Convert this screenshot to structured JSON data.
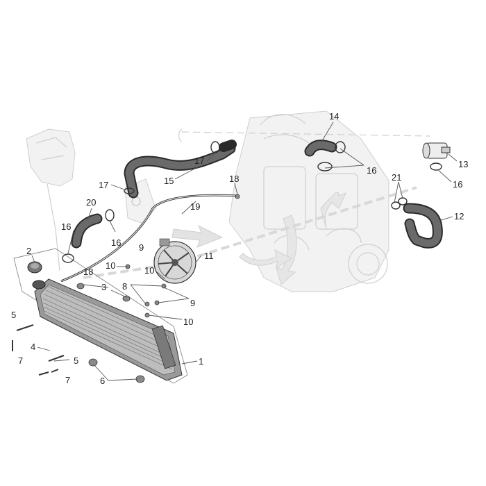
{
  "labels": [
    {
      "id": "1",
      "text": "1"
    },
    {
      "id": "2",
      "text": "2"
    },
    {
      "id": "3",
      "text": "3"
    },
    {
      "id": "4",
      "text": "4"
    },
    {
      "id": "5a",
      "text": "5"
    },
    {
      "id": "5b",
      "text": "5"
    },
    {
      "id": "6",
      "text": "6"
    },
    {
      "id": "7a",
      "text": "7"
    },
    {
      "id": "7b",
      "text": "7"
    },
    {
      "id": "8",
      "text": "8"
    },
    {
      "id": "9a",
      "text": "9"
    },
    {
      "id": "9b",
      "text": "9"
    },
    {
      "id": "10a",
      "text": "10"
    },
    {
      "id": "10b",
      "text": "10"
    },
    {
      "id": "10c",
      "text": "10"
    },
    {
      "id": "11",
      "text": "11"
    },
    {
      "id": "12",
      "text": "12"
    },
    {
      "id": "13",
      "text": "13"
    },
    {
      "id": "14",
      "text": "14"
    },
    {
      "id": "15",
      "text": "15"
    },
    {
      "id": "16a",
      "text": "16"
    },
    {
      "id": "16b",
      "text": "16"
    },
    {
      "id": "16c",
      "text": "16"
    },
    {
      "id": "16d",
      "text": "16"
    },
    {
      "id": "17a",
      "text": "17"
    },
    {
      "id": "17b",
      "text": "17"
    },
    {
      "id": "18a",
      "text": "18"
    },
    {
      "id": "18b",
      "text": "18"
    },
    {
      "id": "19",
      "text": "19"
    },
    {
      "id": "20",
      "text": "20"
    },
    {
      "id": "21",
      "text": "21"
    }
  ]
}
